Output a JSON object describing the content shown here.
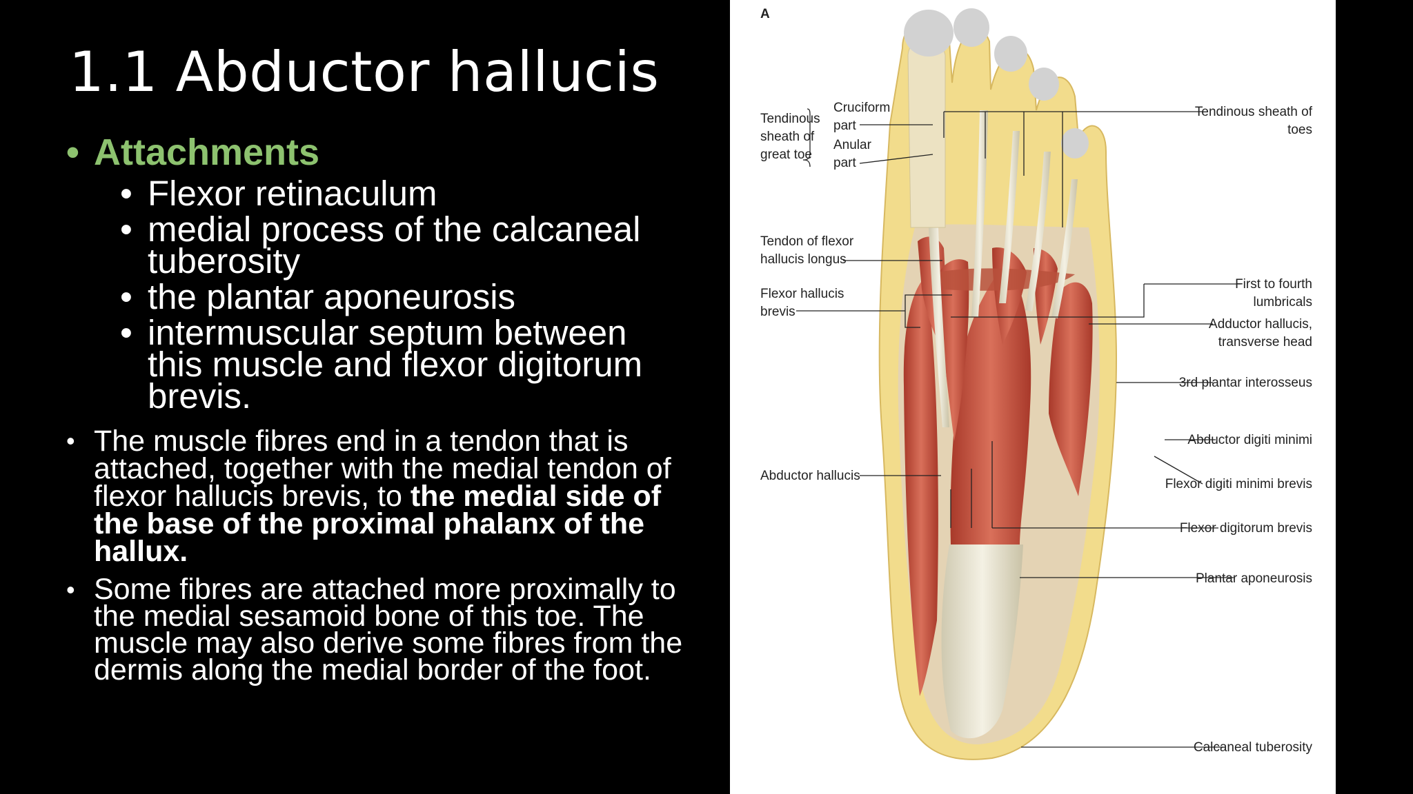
{
  "slide": {
    "title": "1.1 Abductor hallucis",
    "heading": "Attachments",
    "attachments": [
      "Flexor retinaculum",
      "medial process of the calcaneal tuberosity",
      "the plantar aponeurosis",
      "intermuscular septum between this muscle and flexor digitorum brevis."
    ],
    "para1": {
      "text": "The muscle fibres end in a tendon that is attached, together with the medial tendon of flexor hallucis brevis, to ",
      "bold": "the medial side of the base of the proximal phalanx of the hallux."
    },
    "para2": "Some fibres are attached more proximally to the medial sesamoid bone of this toe. The muscle may also derive some fibres from the dermis along the medial border of the foot.",
    "bullet": "•"
  },
  "figure": {
    "panel_letter": "A",
    "labels": {
      "tendinous_sheath_great_toe": [
        "Tendinous",
        "sheath of",
        "great toe"
      ],
      "cruciform_part": [
        "Cruciform",
        "part"
      ],
      "anular_part": [
        "Anular",
        "part"
      ],
      "tendon_fhl": [
        "Tendon of flexor",
        "hallucis longus"
      ],
      "fhb": [
        "Flexor hallucis",
        "brevis"
      ],
      "abductor_hallucis": "Abductor hallucis",
      "tendinous_sheath_toes": [
        "Tendinous sheath of",
        "toes"
      ],
      "lumbricals": [
        "First to fourth",
        "lumbricals"
      ],
      "adductor_transverse": [
        "Adductor hallucis,",
        "transverse head"
      ],
      "plantar_interosseus": "3rd plantar interosseus",
      "abductor_digiti_minimi": "Abductor digiti minimi",
      "fdmb": "Flexor digiti minimi brevis",
      "fdb": "Flexor digitorum brevis",
      "plantar_aponeurosis": "Plantar aponeurosis",
      "calcaneal_tuberosity": "Calcaneal tuberosity"
    },
    "colors": {
      "muscle": "#c8553f",
      "tendon": "#e9e4cf",
      "fat": "#f0dc8e",
      "nail": "#c8c8c8"
    }
  }
}
